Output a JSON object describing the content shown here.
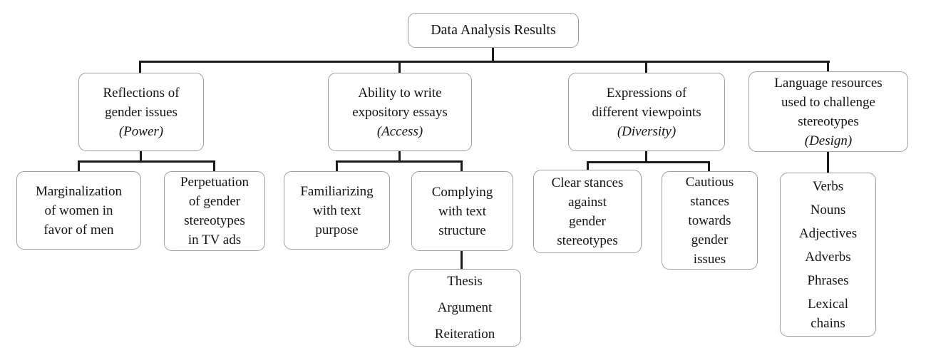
{
  "figure": {
    "title": "Data Analysis Results",
    "type": "tree-diagram"
  },
  "colors": {
    "background": "#ffffff",
    "box_border": "#9e9e9e",
    "connector": "#1b1b1b",
    "text": "#141414"
  },
  "tree": {
    "root": {
      "label": "Data Analysis Results"
    },
    "categories": [
      {
        "label": "Reflections of\ngender issues",
        "term": "(Power)",
        "children": [
          {
            "label": "Marginalization\nof women in\nfavor of men"
          },
          {
            "label": "Perpetuation\nof gender\nstereotypes\nin TV ads"
          }
        ]
      },
      {
        "label": "Ability to write\nexpository essays",
        "term": "(Access)",
        "children": [
          {
            "label": "Familiarizing\nwith text\npurpose"
          },
          {
            "label": "Complying\nwith text\nstructure",
            "child_items": [
              "Thesis",
              "Argument",
              "Reiteration"
            ]
          }
        ]
      },
      {
        "label": "Expressions of\ndifferent viewpoints",
        "term": "(Diversity)",
        "children": [
          {
            "label": "Clear stances\nagainst\ngender\nstereotypes"
          },
          {
            "label": "Cautious\nstances\ntowards\ngender\nissues"
          }
        ]
      },
      {
        "label": "Language resources\nused to challenge\nstereotypes",
        "term": "(Design)",
        "children": [
          {
            "items": [
              "Verbs",
              "Nouns",
              "Adjectives",
              "Adverbs",
              "Phrases",
              "Lexical\nchains"
            ]
          }
        ]
      }
    ]
  }
}
